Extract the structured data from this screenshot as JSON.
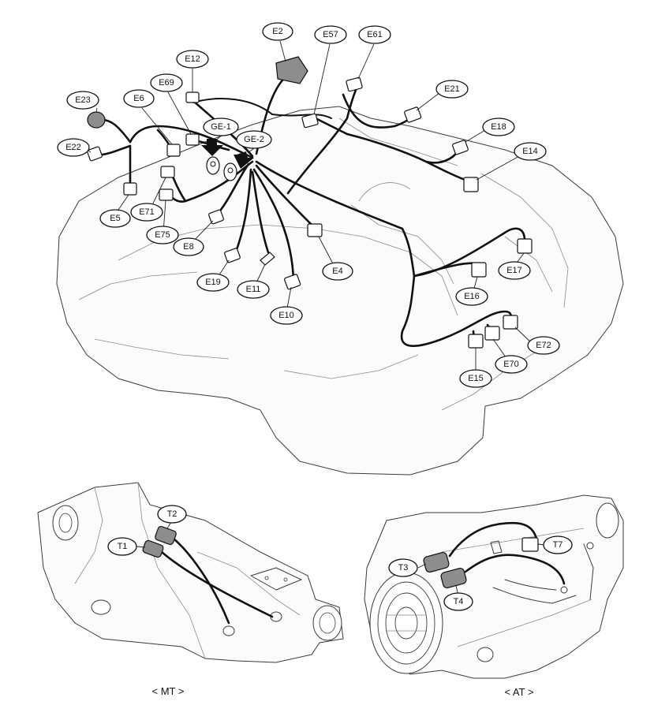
{
  "labels": {
    "E2": "E2",
    "E57": "E57",
    "E61": "E61",
    "E12": "E12",
    "E69": "E69",
    "E6": "E6",
    "E23": "E23",
    "E22": "E22",
    "GE1": "GE-1",
    "GE2": "GE-2",
    "E21": "E21",
    "E18": "E18",
    "E14": "E14",
    "E5": "E5",
    "E71": "E71",
    "E75": "E75",
    "E8": "E8",
    "E19": "E19",
    "E11": "E11",
    "E10": "E10",
    "E4": "E4",
    "E17": "E17",
    "E16": "E16",
    "E72": "E72",
    "E70": "E70",
    "E15": "E15",
    "T1": "T1",
    "T2": "T2",
    "T3": "T3",
    "T4": "T4",
    "T7": "T7"
  },
  "captions": {
    "mt": "< MT >",
    "at": "< AT >"
  }
}
